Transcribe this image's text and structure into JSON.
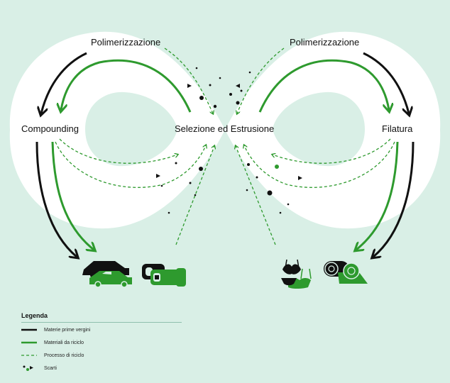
{
  "labels": {
    "polymerization_left": "Polimerizzazione",
    "polymerization_right": "Polimerizzazione",
    "compounding": "Compounding",
    "selection_extrusion": "Selezione ed Estrusione",
    "spinning": "Filatura"
  },
  "legend": {
    "title": "Legenda",
    "items": [
      {
        "key": "virgin",
        "label": "Materie prime vergini",
        "color": "#111111",
        "style": "solid"
      },
      {
        "key": "recycled",
        "label": "Materiali da riciclo",
        "color": "#2e9a2e",
        "style": "solid"
      },
      {
        "key": "process",
        "label": "Processo di riciclo",
        "color": "#2e9a2e",
        "style": "dashed"
      },
      {
        "key": "waste",
        "label": "Scarti",
        "color": "#111111",
        "style": "dots"
      }
    ]
  },
  "colors": {
    "background": "#d9efe6",
    "loop": "#ffffff",
    "virgin": "#111111",
    "recycled": "#2e9a2e"
  },
  "icons": {
    "left_products": [
      "car-icon",
      "plug-icon"
    ],
    "right_products": [
      "swimwear-icon",
      "fabric-roll-icon"
    ]
  }
}
